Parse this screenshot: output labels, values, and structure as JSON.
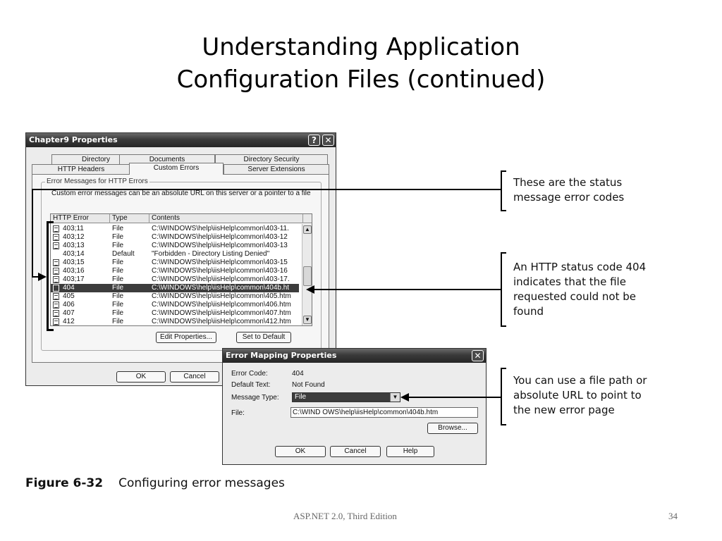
{
  "slide": {
    "title_line1": "Understanding Application",
    "title_line2": "Configuration Files (continued)",
    "caption_label": "Figure 6-32",
    "caption_text": "Configuring error messages",
    "footer_center": "ASP.NET 2.0, Third Edition",
    "page_number": "34"
  },
  "properties_dialog": {
    "title": "Chapter9 Properties",
    "help_glyph": "?",
    "close_glyph": "✕",
    "tabs_back": [
      "Directory",
      "Documents",
      "Directory Security"
    ],
    "tabs_front": [
      "HTTP Headers",
      "Custom Errors",
      "Server Extensions"
    ],
    "group_label": "Error Messages for HTTP Errors",
    "description": "Custom error messages can be an absolute URL on this server or a pointer to a file",
    "columns": [
      "HTTP Error",
      "Type",
      "Contents"
    ],
    "rows": [
      {
        "code": "403;11",
        "type": "File",
        "contents": "C:\\WINDOWS\\help\\iisHelp\\common\\403-11.",
        "icon": true,
        "selected": false
      },
      {
        "code": "403;12",
        "type": "File",
        "contents": "C:\\WINDOWS\\help\\iisHelp\\common\\403-12",
        "icon": true,
        "selected": false
      },
      {
        "code": "403;13",
        "type": "File",
        "contents": "C:\\WINDOWS\\help\\iisHelp\\common\\403-13",
        "icon": true,
        "selected": false
      },
      {
        "code": "403;14",
        "type": "Default",
        "contents": "\"Forbidden - Directory Listing Denied\"",
        "icon": false,
        "selected": false
      },
      {
        "code": "403;15",
        "type": "File",
        "contents": "C:\\WINDOWS\\help\\iisHelp\\common\\403-15",
        "icon": true,
        "selected": false
      },
      {
        "code": "403;16",
        "type": "File",
        "contents": "C:\\WINDOWS\\help\\iisHelp\\common\\403-16",
        "icon": true,
        "selected": false
      },
      {
        "code": "403;17",
        "type": "File",
        "contents": "C:\\WINDOWS\\help\\iisHelp\\common\\403-17.",
        "icon": true,
        "selected": false
      },
      {
        "code": "404",
        "type": "File",
        "contents": "C:\\WINDOWS\\help\\iisHelp\\common\\404b.ht",
        "icon": true,
        "selected": true
      },
      {
        "code": "405",
        "type": "File",
        "contents": "C:\\WINDOWS\\help\\iisHelp\\common\\405.htm",
        "icon": true,
        "selected": false
      },
      {
        "code": "406",
        "type": "File",
        "contents": "C:\\WINDOWS\\help\\iisHelp\\common\\406.htm",
        "icon": true,
        "selected": false
      },
      {
        "code": "407",
        "type": "File",
        "contents": "C:\\WINDOWS\\help\\iisHelp\\common\\407.htm",
        "icon": true,
        "selected": false
      },
      {
        "code": "412",
        "type": "File",
        "contents": "C:\\WINDOWS\\help\\iisHelp\\common\\412.htm",
        "icon": true,
        "selected": false
      }
    ],
    "edit_properties": "Edit Properties...",
    "set_to_default": "Set to Default",
    "ok": "OK",
    "cancel": "Cancel"
  },
  "mapping_dialog": {
    "title": "Error Mapping Properties",
    "close_glyph": "✕",
    "error_code_label": "Error Code:",
    "error_code_value": "404",
    "default_text_label": "Default Text:",
    "default_text_value": "Not Found",
    "message_type_label": "Message Type:",
    "message_type_value": "File",
    "file_label": "File:",
    "file_value": "C:\\WIND OWS\\help\\iisHelp\\common\\404b.htm",
    "browse": "Browse...",
    "ok": "OK",
    "cancel": "Cancel",
    "help": "Help"
  },
  "callouts": {
    "c1_line1": "These are the status",
    "c1_line2": "message error codes",
    "c2_line1": "An HTTP status code 404",
    "c2_line2": "indicates that the file",
    "c2_line3": "requested could not be",
    "c2_line4": "found",
    "c3_line1": "You can use a file path or",
    "c3_line2": "absolute URL to point to",
    "c3_line3": "the new error page"
  },
  "icons": {
    "scroll_up": "▲",
    "scroll_down": "▼",
    "dropdown": "▼"
  }
}
